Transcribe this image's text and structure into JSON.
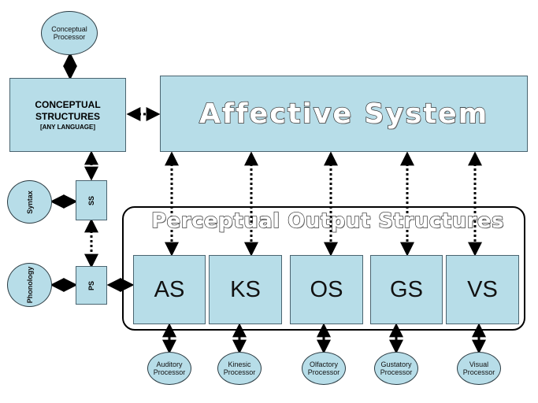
{
  "top_processor": {
    "line1": "Conceptual",
    "line2": "Processor"
  },
  "conceptual_structures": {
    "line1": "CONCEPTUAL",
    "line2": "STRUCTURES",
    "sub": "[ANY LANGUAGE]"
  },
  "affective_system": {
    "title": "Affective System"
  },
  "perceptual_output": {
    "title": "Perceptual Output Structures"
  },
  "left_ovals": {
    "syntax": "Syntax",
    "phonology": "Phonology"
  },
  "small_boxes": {
    "ss": "SS",
    "ps": "PS"
  },
  "output_structures": [
    {
      "label": "AS"
    },
    {
      "label": "KS"
    },
    {
      "label": "OS"
    },
    {
      "label": "GS"
    },
    {
      "label": "VS"
    }
  ],
  "processors": [
    {
      "line1": "Auditory",
      "line2": "Processor"
    },
    {
      "line1": "Kinesic",
      "line2": "Processor"
    },
    {
      "line1": "Olfactory",
      "line2": "Processor"
    },
    {
      "line1": "Gustatory",
      "line2": "Processor"
    },
    {
      "line1": "Visual",
      "line2": "Processor"
    }
  ],
  "colors": {
    "box_fill": "#b7dde8",
    "border": "#4a6470",
    "line": "#000000"
  }
}
